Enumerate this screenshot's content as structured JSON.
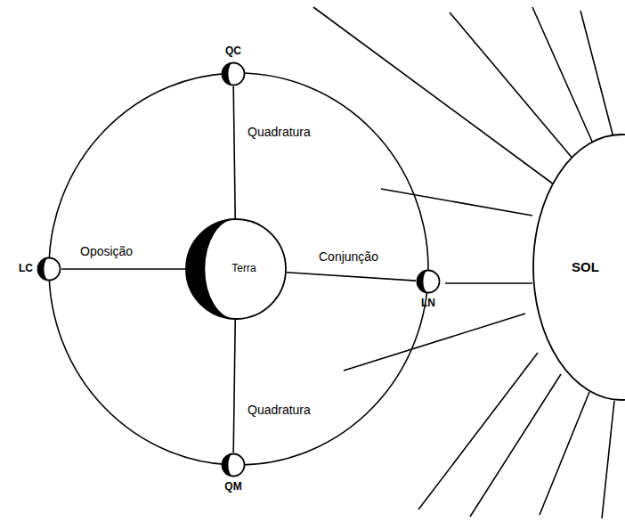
{
  "diagram": {
    "nodes": [
      {
        "text": [
          "QC"
        ]
      },
      {
        "text": [
          "LC"
        ]
      },
      {
        "text": [
          "Terra"
        ]
      },
      {
        "text": [
          "LN"
        ]
      },
      {
        "text": [
          "SOL"
        ]
      },
      {
        "text": [
          "QM"
        ]
      }
    ],
    "edges": [
      {
        "from": 2,
        "to": 0,
        "arrow": "none",
        "label": "Quadratura"
      },
      {
        "from": 1,
        "to": 2,
        "arrow": "none",
        "label": "Oposição"
      },
      {
        "from": 2,
        "to": 3,
        "arrow": "none",
        "label": "Conjunção"
      },
      {
        "from": 2,
        "to": 5,
        "arrow": "none",
        "label": "Quadratura"
      }
    ]
  }
}
